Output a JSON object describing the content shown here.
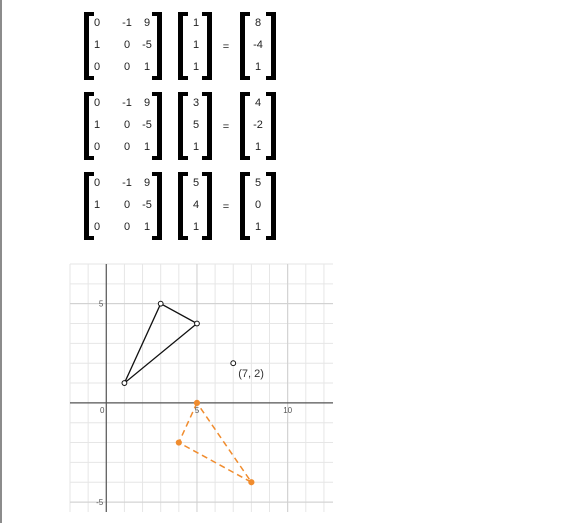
{
  "equations": [
    {
      "matrix": [
        [
          "0",
          "-1",
          "9"
        ],
        [
          "1",
          "0",
          "-5"
        ],
        [
          "0",
          "0",
          "1"
        ]
      ],
      "vector": [
        "1",
        "1",
        "1"
      ],
      "equals": "=",
      "result": [
        "8",
        "-4",
        "1"
      ]
    },
    {
      "matrix": [
        [
          "0",
          "-1",
          "9"
        ],
        [
          "1",
          "0",
          "-5"
        ],
        [
          "0",
          "0",
          "1"
        ]
      ],
      "vector": [
        "3",
        "5",
        "1"
      ],
      "equals": "=",
      "result": [
        "4",
        "-2",
        "1"
      ]
    },
    {
      "matrix": [
        [
          "0",
          "-1",
          "9"
        ],
        [
          "1",
          "0",
          "-5"
        ],
        [
          "0",
          "0",
          "1"
        ]
      ],
      "vector": [
        "5",
        "4",
        "1"
      ],
      "equals": "=",
      "result": [
        "5",
        "0",
        "1"
      ]
    }
  ],
  "graph": {
    "x_range": [
      -2,
      12.5
    ],
    "y_range": [
      -5.5,
      7
    ],
    "grid": true,
    "grid_step": 1,
    "x_tick_labels": [
      {
        "value": 0,
        "text": "0"
      },
      {
        "value": 5,
        "text": "5"
      },
      {
        "value": 10,
        "text": "10"
      }
    ],
    "y_tick_labels": [
      {
        "value": 5,
        "text": "5"
      },
      {
        "value": -5,
        "text": "-5"
      }
    ],
    "original_triangle": {
      "color": "#111111",
      "style": "solid",
      "points": [
        [
          1,
          1
        ],
        [
          3,
          5
        ],
        [
          5,
          4
        ]
      ]
    },
    "image_triangle": {
      "color": "#f08c2e",
      "style": "dashed",
      "points": [
        [
          5,
          0
        ],
        [
          4,
          -2
        ],
        [
          8,
          -4
        ]
      ]
    },
    "center_point": {
      "x": 7,
      "y": 2,
      "label": "(7, 2)"
    }
  }
}
